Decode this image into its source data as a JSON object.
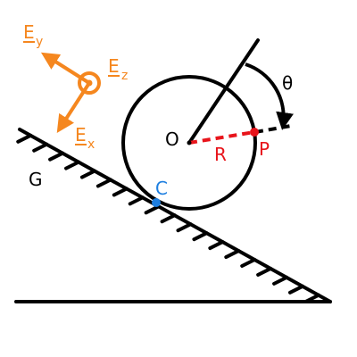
{
  "colors": {
    "ink": "#000000",
    "basis": "#F5871F",
    "radius": "#E8141B",
    "contact": "#1E7FE0",
    "background": "#FFFFFF"
  },
  "labels": {
    "ground": "G",
    "center": "O",
    "contact": "C",
    "point": "P",
    "radius": "R",
    "angle": "θ"
  },
  "basis": {
    "ey": {
      "letter": "E",
      "sub": "y"
    },
    "ez": {
      "letter": "E",
      "sub": "z"
    },
    "ex": {
      "letter": "E",
      "sub": "x"
    }
  }
}
